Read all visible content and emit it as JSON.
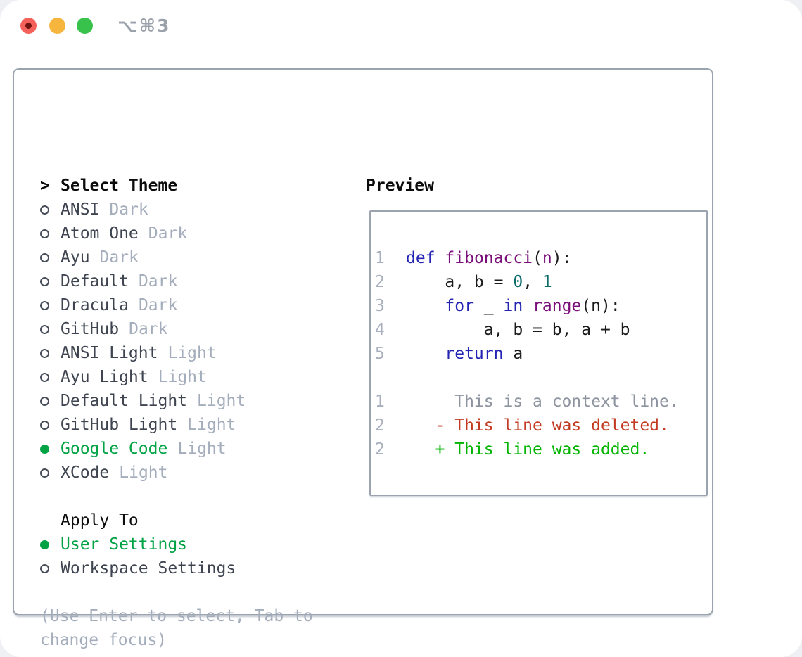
{
  "window": {
    "title": "⌥⌘3"
  },
  "theme_list": {
    "cursor": ">",
    "header": "Select Theme",
    "items": [
      {
        "name": "ANSI",
        "variant": "Dark",
        "selected": false
      },
      {
        "name": "Atom One",
        "variant": "Dark",
        "selected": false
      },
      {
        "name": "Ayu",
        "variant": "Dark",
        "selected": false
      },
      {
        "name": "Default",
        "variant": "Dark",
        "selected": false
      },
      {
        "name": "Dracula",
        "variant": "Dark",
        "selected": false
      },
      {
        "name": "GitHub",
        "variant": "Dark",
        "selected": false
      },
      {
        "name": "ANSI Light",
        "variant": "Light",
        "selected": false
      },
      {
        "name": "Ayu Light",
        "variant": "Light",
        "selected": false
      },
      {
        "name": "Default Light",
        "variant": "Light",
        "selected": false
      },
      {
        "name": "GitHub Light",
        "variant": "Light",
        "selected": false
      },
      {
        "name": "Google Code",
        "variant": "Light",
        "selected": true
      },
      {
        "name": "XCode",
        "variant": "Light",
        "selected": false
      }
    ]
  },
  "apply_to": {
    "header": "Apply To",
    "options": [
      {
        "label": "User Settings",
        "selected": true
      },
      {
        "label": "Workspace Settings",
        "selected": false
      }
    ]
  },
  "help": {
    "lines": [
      "(Use Enter to select, Tab to",
      "change focus)"
    ]
  },
  "preview": {
    "title": "Preview",
    "code_lines": [
      {
        "num": "1",
        "tokens": [
          {
            "t": "def",
            "c": "kw"
          },
          {
            "t": " ",
            "c": "pl"
          },
          {
            "t": "fibonacci",
            "c": "fn"
          },
          {
            "t": "(",
            "c": "pl"
          },
          {
            "t": "n",
            "c": "fn"
          },
          {
            "t": "):",
            "c": "pl"
          }
        ]
      },
      {
        "num": "2",
        "tokens": [
          {
            "t": "    a, b = ",
            "c": "pl"
          },
          {
            "t": "0",
            "c": "nm"
          },
          {
            "t": ", ",
            "c": "pl"
          },
          {
            "t": "1",
            "c": "nm"
          }
        ]
      },
      {
        "num": "3",
        "tokens": [
          {
            "t": "    ",
            "c": "pl"
          },
          {
            "t": "for",
            "c": "kw"
          },
          {
            "t": " _ ",
            "c": "pl"
          },
          {
            "t": "in",
            "c": "kw"
          },
          {
            "t": " ",
            "c": "pl"
          },
          {
            "t": "range",
            "c": "fn"
          },
          {
            "t": "(n):",
            "c": "pl"
          }
        ]
      },
      {
        "num": "4",
        "tokens": [
          {
            "t": "        a, b = b, a + b",
            "c": "pl"
          }
        ]
      },
      {
        "num": "5",
        "tokens": [
          {
            "t": "    ",
            "c": "pl"
          },
          {
            "t": "return",
            "c": "kw"
          },
          {
            "t": " a",
            "c": "pl"
          }
        ]
      }
    ],
    "diff_lines": [
      {
        "num": "1",
        "kind": "context",
        "text": "     This is a context line."
      },
      {
        "num": "2",
        "kind": "deleted",
        "text": "   - This line was deleted."
      },
      {
        "num": "2",
        "kind": "added",
        "text": "   + This line was added."
      }
    ]
  },
  "colors": {
    "selection_green": "#00a344",
    "keyword_blue": "#2323b4",
    "function_purple": "#7a0e7a",
    "number_teal": "#0c6c6c",
    "deleted_red": "#c23a21",
    "added_green": "#00b400",
    "muted_gray": "#a4adbb",
    "context_gray": "#8d949f",
    "border_gray": "#9aa3ae"
  }
}
